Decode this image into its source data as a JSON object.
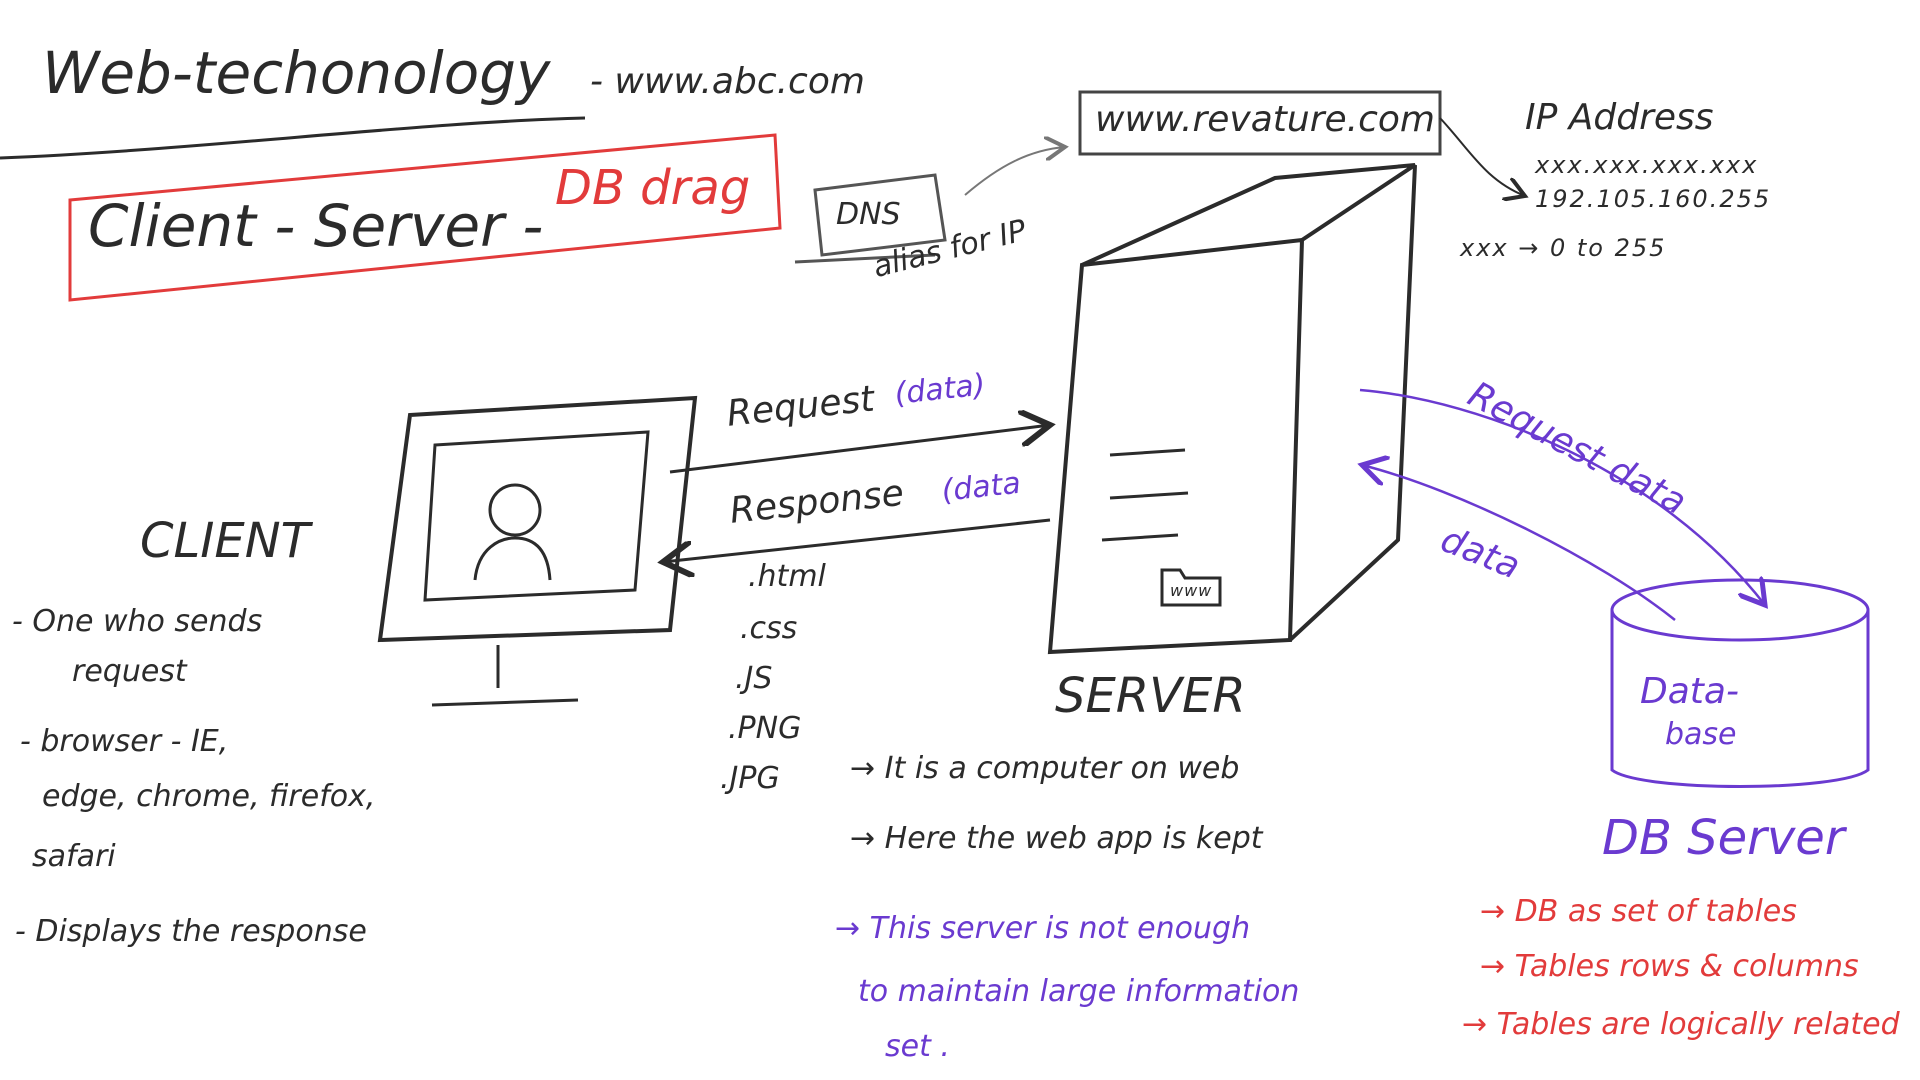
{
  "title": "Web-techonology",
  "url_example": "- www.abc.com",
  "boxed_title": {
    "client_server": "Client - Server -",
    "db_drag": "DB drag"
  },
  "dns": {
    "label": "DNS",
    "alias_note": "alias for IP"
  },
  "server_url": "www.revature.com",
  "ip": {
    "heading": "IP Address",
    "format": "xxx.xxx.xxx.xxx",
    "example": "192.105.160.255",
    "range": "xxx → 0 to 255"
  },
  "arrows": {
    "request": "Request",
    "request_data": "(data)",
    "response": "Response",
    "response_data": "(data",
    "db_request": "Request data",
    "db_response": "data"
  },
  "file_types": [
    ".html",
    ".css",
    ".JS",
    ".PNG",
    ".JPG"
  ],
  "client": {
    "label": "CLIENT",
    "notes": [
      "- One who sends",
      "request",
      "- browser - IE,",
      "edge, chrome, firefox,",
      "safari",
      "- Displays the response"
    ]
  },
  "server": {
    "label": "SERVER",
    "folder_label": "www",
    "notes": [
      "→ It is a computer on web",
      "→ Here the web app is kept"
    ],
    "purple_notes": [
      "→ This server is not enough",
      "to maintain large information",
      "set ."
    ]
  },
  "database": {
    "label_line1": "Data-",
    "label_line2": "base",
    "server_label": "DB Server",
    "notes": [
      "→ DB as set of tables",
      "→ Tables rows & columns",
      "→ Tables are logically related"
    ]
  },
  "colors": {
    "ink": "#2b2b2b",
    "red": "#e23b3b",
    "purple": "#6a3ad0",
    "background": "#ffffff"
  }
}
